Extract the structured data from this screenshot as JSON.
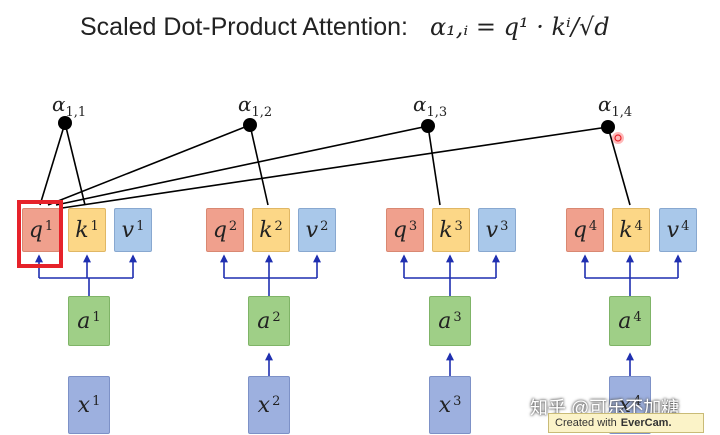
{
  "title": {
    "text": "Scaled Dot-Product Attention:",
    "formula": "α₁,ᵢ = q¹ · kⁱ/√d"
  },
  "alphas": [
    {
      "label": "α",
      "sub": "1,1"
    },
    {
      "label": "α",
      "sub": "1,2"
    },
    {
      "label": "α",
      "sub": "1,3"
    },
    {
      "label": "α",
      "sub": "1,4"
    }
  ],
  "columns": [
    {
      "q": "q",
      "k": "k",
      "v": "v",
      "a": "a",
      "x": "x",
      "n": "1"
    },
    {
      "q": "q",
      "k": "k",
      "v": "v",
      "a": "a",
      "x": "x",
      "n": "2"
    },
    {
      "q": "q",
      "k": "k",
      "v": "v",
      "a": "a",
      "x": "x",
      "n": "3"
    },
    {
      "q": "q",
      "k": "k",
      "v": "v",
      "a": "a",
      "x": "x",
      "n": "4"
    }
  ],
  "watermark": "知乎 @可乐不加糖",
  "evercam": {
    "prefix": "Created with",
    "brand": "EverCam."
  },
  "colors": {
    "highlight": "#e6222a",
    "arrow": "#1f2fb0",
    "node": "#000000"
  }
}
